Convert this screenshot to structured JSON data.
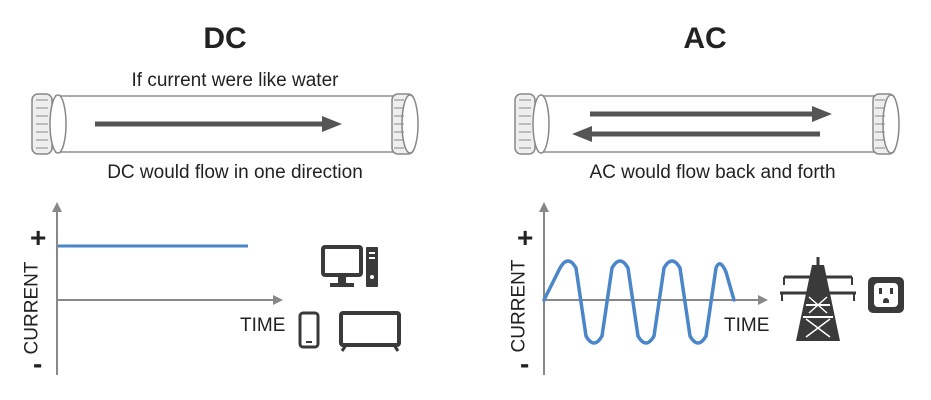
{
  "dc": {
    "title": "DC",
    "pipe_caption_top": "If current were like water",
    "pipe_caption_bottom": "DC would flow in one direction",
    "axis": {
      "plus": "+",
      "minus": "-",
      "y_label": "CURRENT",
      "x_label": "TIME"
    },
    "devices": [
      "desktop-computer-icon",
      "smartphone-icon",
      "television-icon"
    ]
  },
  "ac": {
    "title": "AC",
    "pipe_caption_bottom": "AC would flow back and forth",
    "axis": {
      "plus": "+",
      "minus": "-",
      "y_label": "CURRENT",
      "x_label": "TIME"
    },
    "devices": [
      "power-tower-icon",
      "wall-outlet-icon"
    ]
  },
  "colors": {
    "signal": "#4a86c8",
    "arrow": "#555555",
    "axis": "#888888",
    "icon": "#3a3a3a"
  }
}
